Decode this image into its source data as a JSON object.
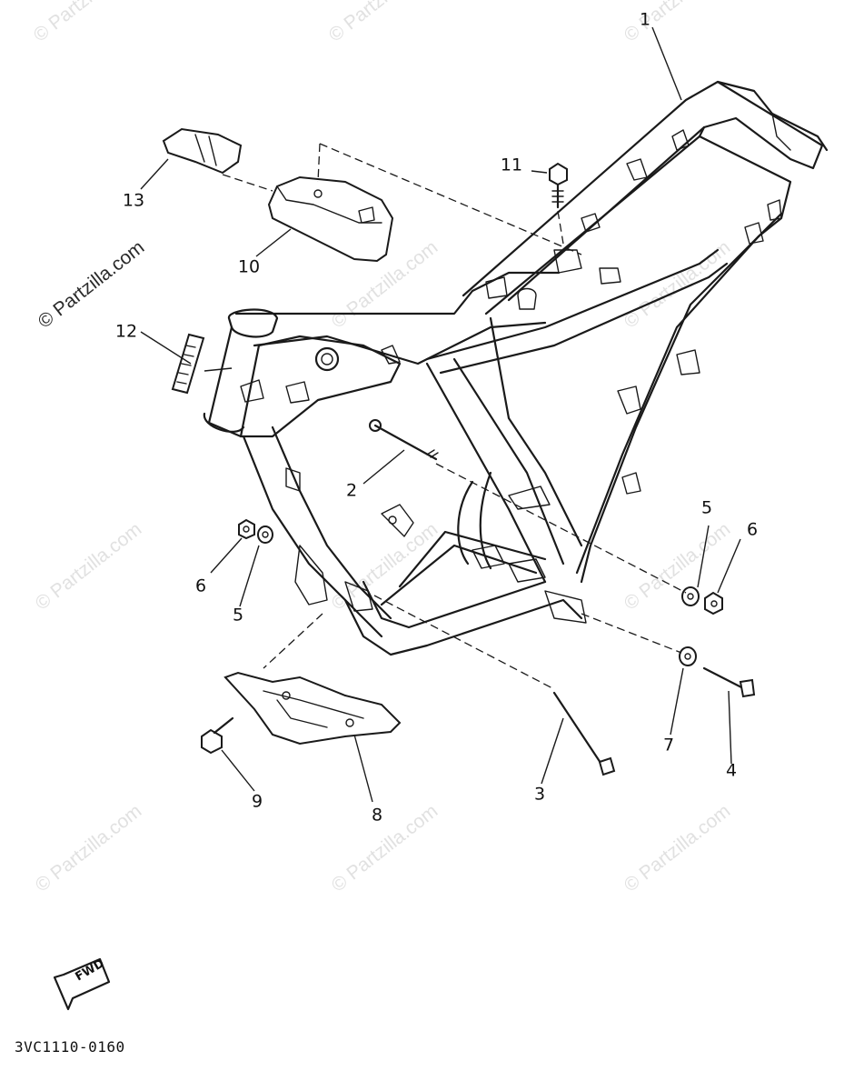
{
  "diagram": {
    "code": "3VC1110-0160",
    "fwd_label": "FWD",
    "watermark": "© Partzilla.com",
    "callouts": [
      {
        "id": "1",
        "label": "1"
      },
      {
        "id": "2",
        "label": "2"
      },
      {
        "id": "3",
        "label": "3"
      },
      {
        "id": "4",
        "label": "4"
      },
      {
        "id": "5a",
        "label": "5"
      },
      {
        "id": "5b",
        "label": "5"
      },
      {
        "id": "6a",
        "label": "6"
      },
      {
        "id": "6b",
        "label": "6"
      },
      {
        "id": "7",
        "label": "7"
      },
      {
        "id": "8",
        "label": "8"
      },
      {
        "id": "9",
        "label": "9"
      },
      {
        "id": "10",
        "label": "10"
      },
      {
        "id": "11",
        "label": "11"
      },
      {
        "id": "12",
        "label": "12"
      },
      {
        "id": "13",
        "label": "13"
      }
    ]
  }
}
